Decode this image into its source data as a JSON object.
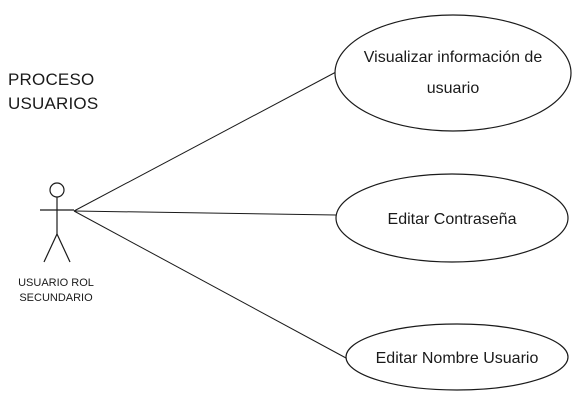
{
  "diagram": {
    "title_lines": [
      "PROCESO",
      "USUARIOS"
    ],
    "actor": {
      "label_lines": [
        "USUARIO ROL",
        "SECUNDARIO"
      ]
    },
    "use_cases": [
      {
        "id": "uc1",
        "lines": [
          "Visualizar información de",
          "usuario"
        ]
      },
      {
        "id": "uc2",
        "lines": [
          "Editar Contraseña"
        ]
      },
      {
        "id": "uc3",
        "lines": [
          "Editar Nombre Usuario"
        ]
      }
    ],
    "colors": {
      "stroke": "#1a1a1a",
      "fill": "#ffffff"
    }
  }
}
